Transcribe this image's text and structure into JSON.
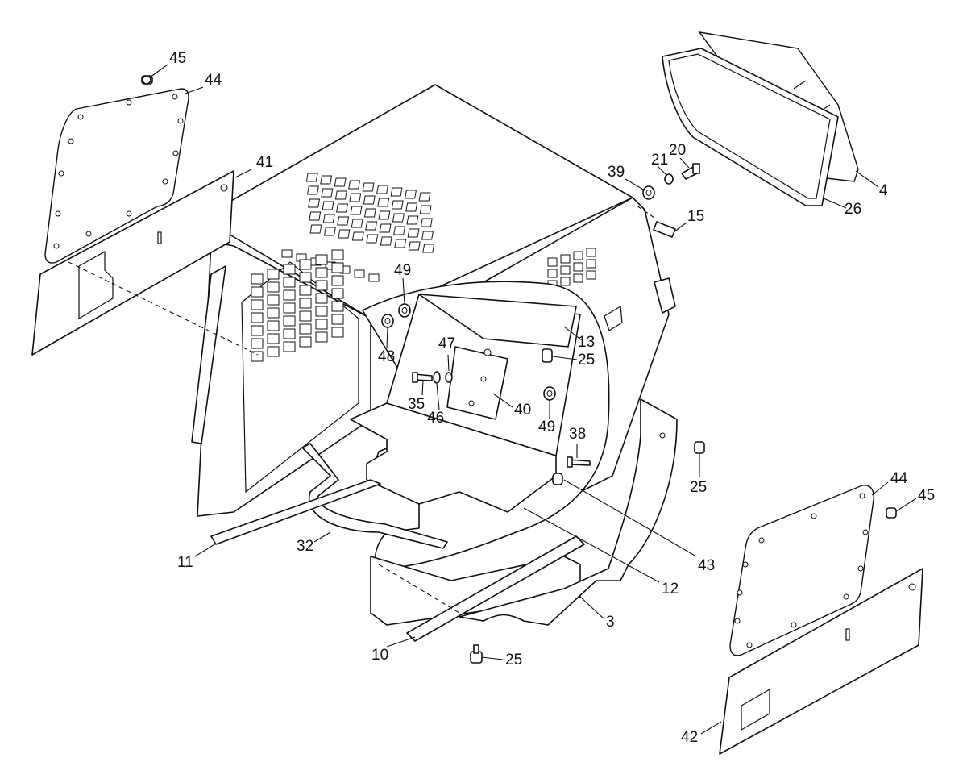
{
  "callouts": [
    {
      "id": "c45a",
      "label": "45"
    },
    {
      "id": "c44a",
      "label": "44"
    },
    {
      "id": "c41",
      "label": "41"
    },
    {
      "id": "c20",
      "label": "20"
    },
    {
      "id": "c21",
      "label": "21"
    },
    {
      "id": "c39",
      "label": "39"
    },
    {
      "id": "c4",
      "label": "4"
    },
    {
      "id": "c26",
      "label": "26"
    },
    {
      "id": "c15",
      "label": "15"
    },
    {
      "id": "c49a",
      "label": "49"
    },
    {
      "id": "c48",
      "label": "48"
    },
    {
      "id": "c13",
      "label": "13"
    },
    {
      "id": "c25a",
      "label": "25"
    },
    {
      "id": "c47",
      "label": "47"
    },
    {
      "id": "c35",
      "label": "35"
    },
    {
      "id": "c46",
      "label": "46"
    },
    {
      "id": "c40",
      "label": "40"
    },
    {
      "id": "c49b",
      "label": "49"
    },
    {
      "id": "c38",
      "label": "38"
    },
    {
      "id": "c25b",
      "label": "25"
    },
    {
      "id": "c44b",
      "label": "44"
    },
    {
      "id": "c45b",
      "label": "45"
    },
    {
      "id": "c11",
      "label": "11"
    },
    {
      "id": "c32",
      "label": "32"
    },
    {
      "id": "c43",
      "label": "43"
    },
    {
      "id": "c12",
      "label": "12"
    },
    {
      "id": "c3",
      "label": "3"
    },
    {
      "id": "c10",
      "label": "10"
    },
    {
      "id": "c25c",
      "label": "25"
    },
    {
      "id": "c42",
      "label": "42"
    }
  ]
}
